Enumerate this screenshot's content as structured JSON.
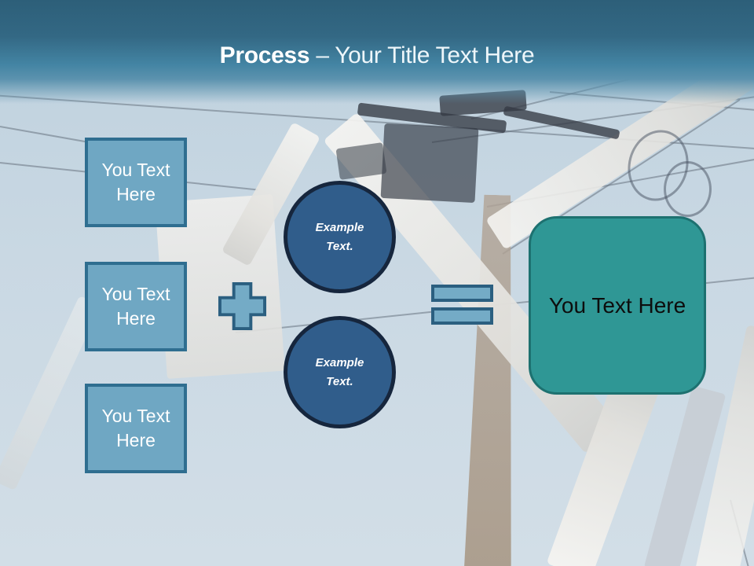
{
  "title": {
    "bold": "Process",
    "rest": "– Your Title Text Here"
  },
  "diagram": {
    "input_boxes": [
      {
        "label": "You Text Here"
      },
      {
        "label": "You Text Here"
      },
      {
        "label": "You Text Here"
      }
    ],
    "circles": [
      {
        "label": "Example Text."
      },
      {
        "label": "Example Text."
      }
    ],
    "result": {
      "label": "You Text Here"
    },
    "operators": {
      "plus": "plus-sign",
      "equals": "equals-sign"
    }
  },
  "background": {
    "description": "utility pole with power lines and bucket-truck boom against light blue sky"
  },
  "colors": {
    "header_top": "#2d5f79",
    "header_mid": "#4384a3",
    "sky": "#c9d8e3",
    "box_fill": "#6fa7c3",
    "box_border": "#2f6e90",
    "operator_fill": "#74abc6",
    "operator_border": "#2b5f80",
    "circle_fill": "#305d8b",
    "circle_border": "#16263d",
    "result_fill": "#2f9795",
    "result_border": "#1d7170",
    "title_text": "#ffffff",
    "box_text": "#ffffff",
    "result_text": "#0d0d0d"
  }
}
